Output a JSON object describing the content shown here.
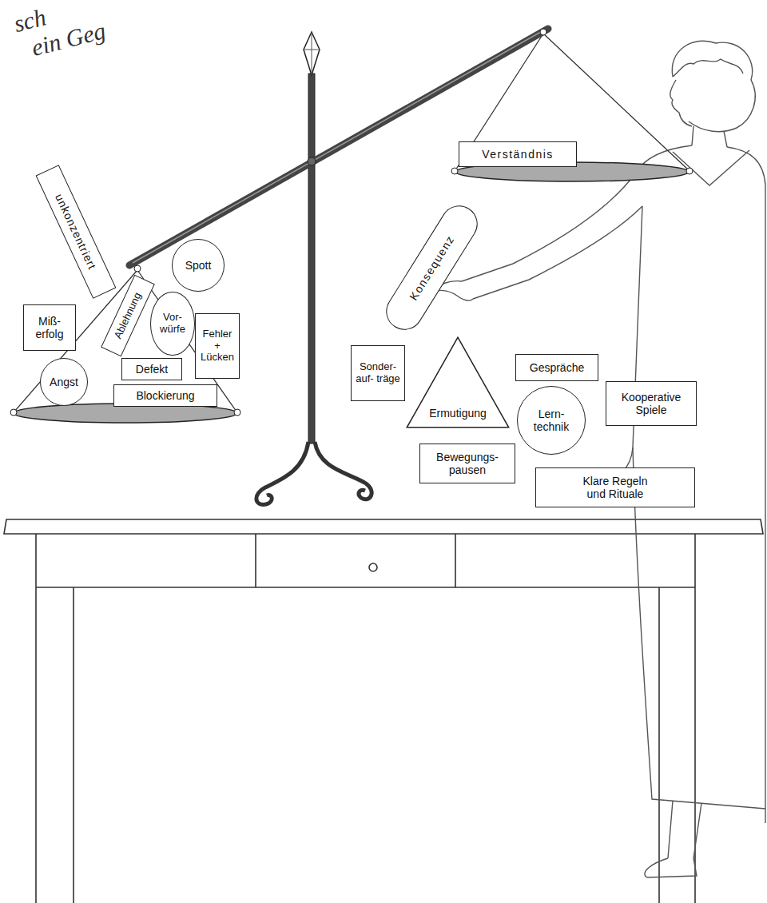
{
  "diagram": {
    "nodes": [
      {
        "text": [
          "unkonzentriert"
        ]
      },
      {
        "text": [
          "Spott"
        ]
      },
      {
        "text": [
          "Ablehnung"
        ]
      },
      {
        "text": [
          "Vor- würfe"
        ]
      },
      {
        "text": [
          "Miß- erfolg"
        ]
      },
      {
        "text": [
          "Fehler + Lücken"
        ]
      },
      {
        "text": [
          "Defekt"
        ]
      },
      {
        "text": [
          "Angst"
        ]
      },
      {
        "text": [
          "Blockierung"
        ]
      },
      {
        "text": [
          "Verständnis"
        ]
      },
      {
        "text": [
          "Konsequenz"
        ]
      },
      {
        "text": [
          "Sonder- auf- träge"
        ]
      },
      {
        "text": [
          "Ermutigung"
        ]
      },
      {
        "text": [
          "Gespräche"
        ]
      },
      {
        "text": [
          "Lern- technik"
        ]
      },
      {
        "text": [
          "Kooperative Spiele"
        ]
      },
      {
        "text": [
          "Bewegungs- pausen"
        ]
      },
      {
        "text": [
          "Klare Regeln und Rituale"
        ]
      }
    ],
    "labels": [
      "sch",
      "ein Geg"
    ]
  }
}
